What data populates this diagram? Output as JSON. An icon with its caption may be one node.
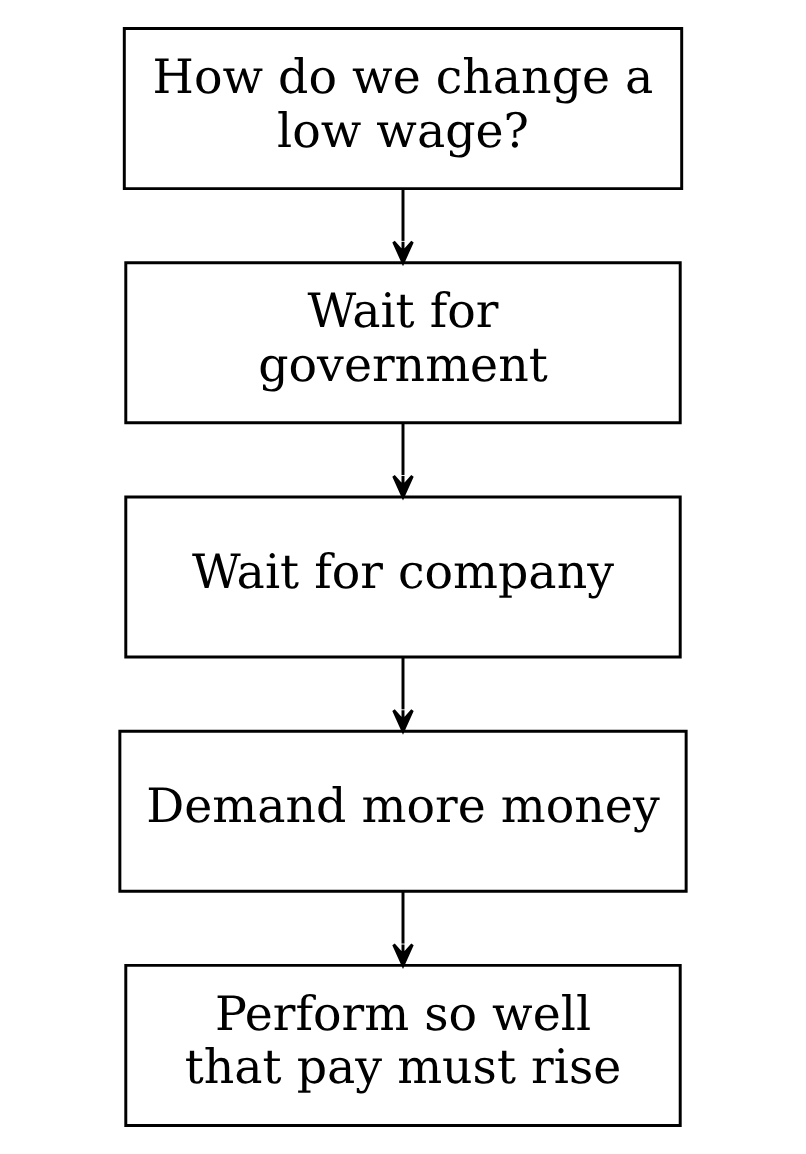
{
  "diagram": {
    "nodes": [
      {
        "text": [
          "How do we change a low wage?"
        ]
      },
      {
        "text": [
          "Wait for government"
        ]
      },
      {
        "text": [
          "Wait for company"
        ]
      },
      {
        "text": [
          "Demand more money"
        ]
      },
      {
        "text": [
          "Perform so well that pay must rise"
        ]
      }
    ],
    "edges": [
      {
        "from": 0,
        "to": 1,
        "arrow": "to"
      },
      {
        "from": 1,
        "to": 2,
        "arrow": "to"
      },
      {
        "from": 2,
        "to": 3,
        "arrow": "to"
      },
      {
        "from": 3,
        "to": 4,
        "arrow": "to"
      }
    ]
  }
}
